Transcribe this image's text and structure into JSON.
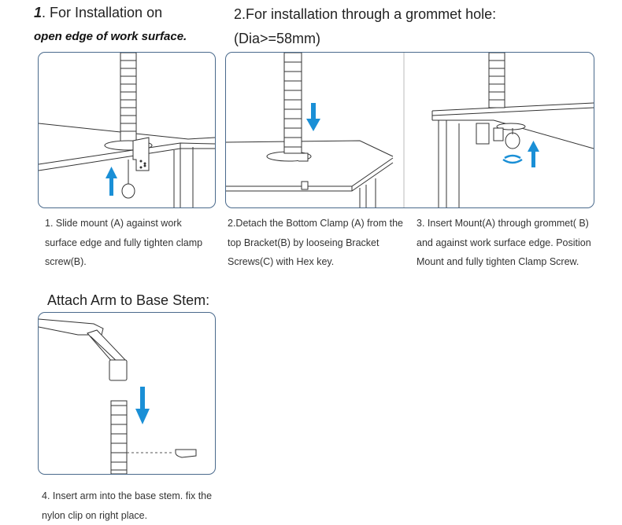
{
  "section1": {
    "number": "1",
    "heading": ". For Installation on",
    "subheading": "open edge of work surface.",
    "caption": "1. Slide mount (A) against work surface edge and fully tighten clamp screw(B)."
  },
  "section2": {
    "heading": "2.For installation through a grommet hole:",
    "subheading": "(Dia>=58mm)",
    "caption": "2.Detach the Bottom Clamp (A) from the top Bracket(B) by looseing Bracket Screws(C) with Hex key."
  },
  "section3": {
    "caption": "3. Insert Mount(A) through grommet( B) and against work surface edge. Position Mount and fully tighten Clamp Screw."
  },
  "section4": {
    "heading": "Attach Arm to Base Stem:",
    "caption": "4. Insert arm into the base stem. fix the nylon clip on right place."
  },
  "colors": {
    "frame": "#4a6a8c",
    "arrow": "#1a8fd6",
    "line": "#333333"
  }
}
